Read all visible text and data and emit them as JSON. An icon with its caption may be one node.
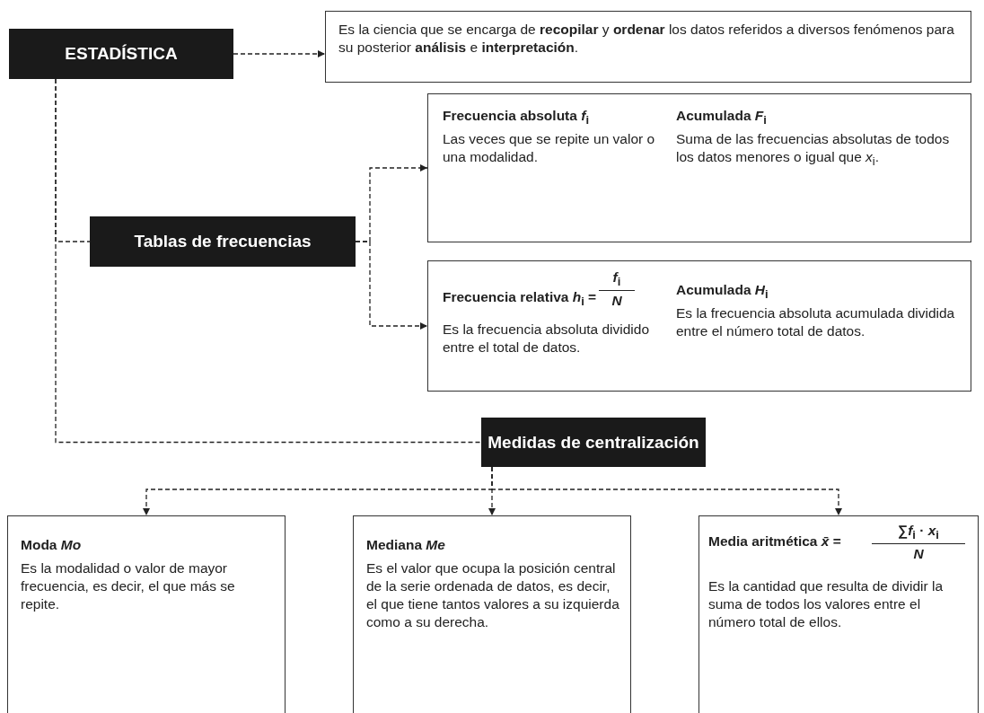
{
  "diagram": {
    "nodes": [
      {
        "text": [
          "ESTADÍSTICA"
        ]
      },
      {
        "text": [
          "Es la ciencia que se encarga de **recopilar** y **ordenar** los datos referidos a diversos fenómenos para su posterior **análisis** e **interpretación**."
        ]
      },
      {
        "text": [
          "Tablas de frecuencias"
        ]
      },
      {
        "text": [
          "Frecuencia absoluta *f*$_{i}$",
          "Las veces que se repite un valor o una modalidad.",
          "Acumulada *F*$_{i}$",
          "Suma de las frecuencias absolutas de todos los datos menores o igual que *x*$_{i}$."
        ]
      },
      {
        "text": [
          "Frecuencia relativa *h*$_{i}$ =",
          "*f*$_{i}$",
          "*N*",
          "Es la frecuencia absoluta dividido entre el total de datos.",
          "Acumulada *H*$_{i}$",
          "Es la frecuencia absoluta acumulada dividida entre el número total de datos."
        ]
      },
      {
        "text": [
          "Medidas de centralización"
        ]
      },
      {
        "text": [
          "Moda *Mo*",
          "Es la modalidad o valor de mayor frecuencia, es decir, el que más se repite."
        ]
      },
      {
        "text": [
          "Mediana *Me*",
          "Es el valor que ocupa la posición central de la serie ordenada de datos, es decir, el que tiene tantos valores a su izquierda como a su derecha."
        ]
      },
      {
        "text": [
          "Media aritmética *x̄* =",
          "∑*f*$_{i}$ · *x*$_{i}$",
          "*N*",
          "Es la cantidad que resulta de dividir la suma de todos los valores entre el número total de ellos."
        ]
      }
    ],
    "edges": [
      {
        "from": 0,
        "to": 1,
        "arrow": "to",
        "style": "dashed"
      },
      {
        "from": 0,
        "to": 2,
        "arrow": "none",
        "style": "dashed"
      },
      {
        "from": 0,
        "to": 5,
        "arrow": "none",
        "style": "dashed"
      },
      {
        "from": 2,
        "to": 3,
        "arrow": "to",
        "style": "dashed"
      },
      {
        "from": 2,
        "to": 4,
        "arrow": "to",
        "style": "dashed"
      },
      {
        "from": 5,
        "to": 6,
        "arrow": "to",
        "style": "dashed"
      },
      {
        "from": 5,
        "to": 7,
        "arrow": "to",
        "style": "dashed"
      },
      {
        "from": 5,
        "to": 8,
        "arrow": "to",
        "style": "dashed"
      }
    ]
  }
}
